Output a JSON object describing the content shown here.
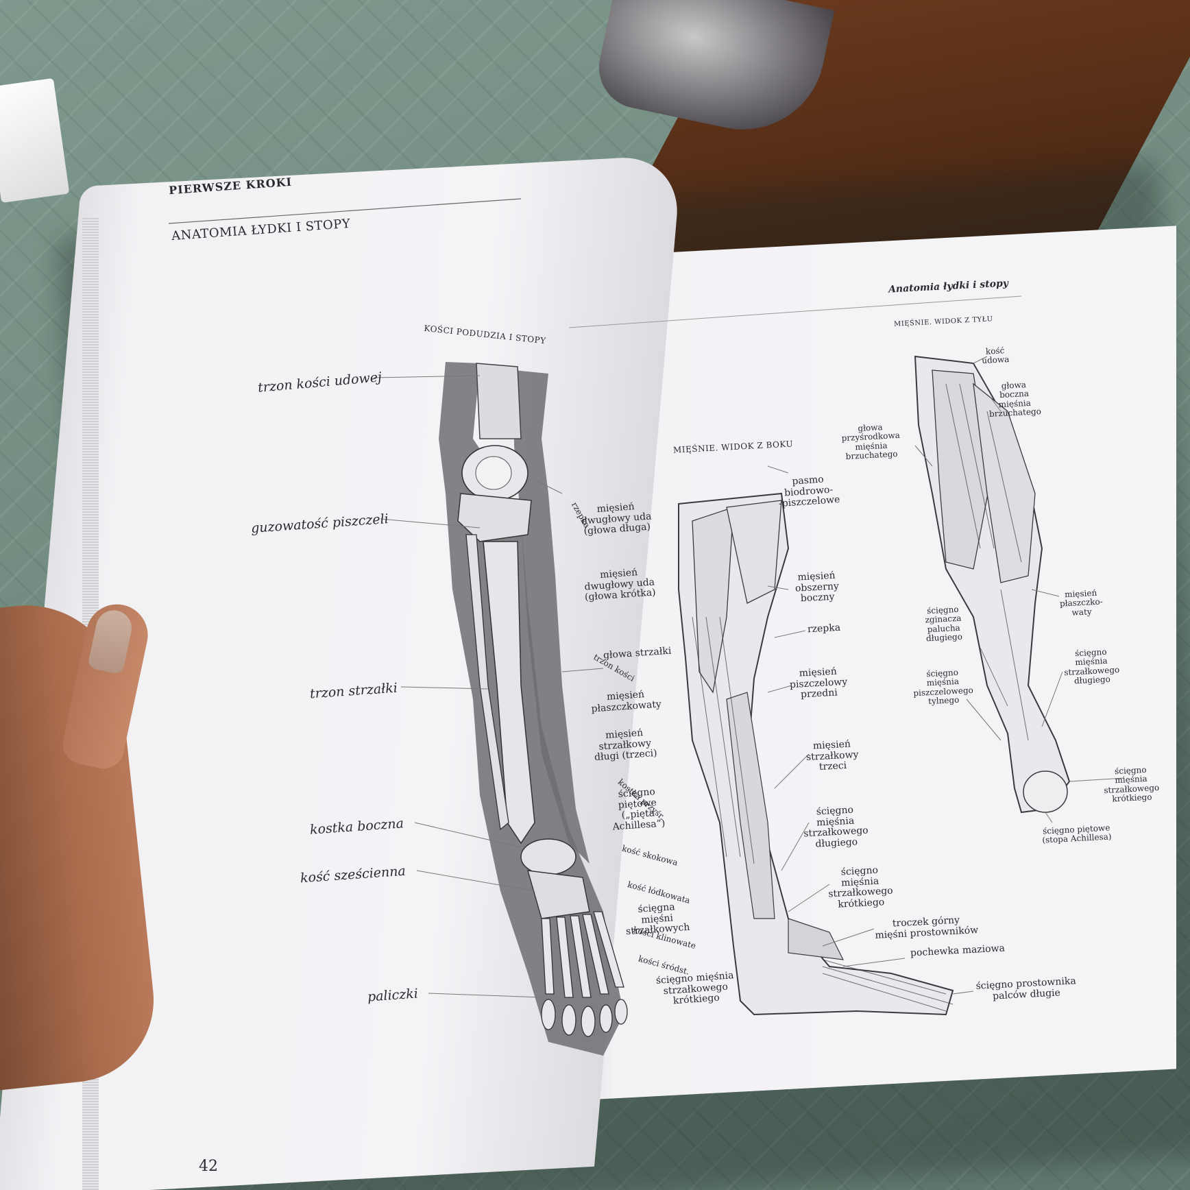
{
  "left_page": {
    "running_header": "PIERWSZE KROKI",
    "section_title": "ANATOMIA ŁYDKI I STOPY",
    "figure_title": "KOŚCI PODUDZIA I STOPY",
    "page_number": "42",
    "labels": {
      "trzon_kosci_udowej": "trzon kości udowej",
      "guzowatosc": "guzowatość piszczeli",
      "trzon_strzalki": "trzon strzałki",
      "kostka_boczna": "kostka boczna",
      "kosc_szescienna": "kość sześcienna",
      "paliczki": "paliczki",
      "rzepka": "rzepka",
      "trzon_kosci": "trzon kości",
      "kostka_przysrodkowa": "kostka przyśr.",
      "kosc_skokowa": "kość skokowa",
      "kosc_lodkowata": "kość łódkowata",
      "kosci_klinowate": "kości klinowate",
      "kosci_srodstopia": "kości śródst."
    }
  },
  "right_page": {
    "running_header": "Anatomia łydki i stopy",
    "figure_side": "MIĘŚNIE. WIDOK Z BOKU",
    "figure_back": "MIĘŚNIE. WIDOK Z TYŁU",
    "labels_side": {
      "pasmo": "pasmo\nbiodrowo-\n-piszczelowe",
      "dwuglowy_dluga": "mięsień\ndwugłowy uda\n(głowa długa)",
      "dwuglowy_krotka": "mięsień\ndwugłowy uda\n(głowa krótka)",
      "obszerny": "mięsień\nobszerny\nboczny",
      "rzepka": "rzepka",
      "glowa_strzalki": "głowa strzałki",
      "piszczelowy": "mięsień\npiszczelowy\nprzedni",
      "plaszczkowaty": "mięsień\npłaszczkowaty",
      "strzalkowy_trzeci_left": "mięsień\nstrzałkowy\ndługi (trzeci)",
      "strzalkowy_trzeci": "mięsień\nstrzałkowy\ntrzeci",
      "scięgno_pietowe": "ścięgno\npiętowe\n(„pięta\nAchillesa”)",
      "sciegno_dlugiego": "ścięgno\nmięśnia\nstrzałkowego\ndługiego",
      "sciegno_krotkiego": "ścięgno\nmięśnia\nstrzałkowego\nkrótkiego",
      "sciegna_miesni": "ścięgna\nmięśni\nstrzałkowych",
      "troczek": "troczek górny\nmięśni prostowników",
      "pochewka": "pochewka maziowa",
      "prostownik": "ścięgno prostownika\npalców długie",
      "sciegno_strzalkowego": "ścięgno mięśnia\nstrzałkowego\nkrótkiego"
    },
    "labels_back": {
      "kosc_udowa": "kość\nudowa",
      "glowa_boczna": "głowa\nboczna\nmięśnia\nbrzuchatego",
      "glowa_przysrodkowa": "głowa\nprzyśrodkowa\nmięśnia\nbrzuchatego",
      "plaszczkowaty": "mięsień\npłaszczko-\nwaty",
      "zginacz": "ścięgno\nzginacza\npalucha\ndługiego",
      "strzalkowego_dlugiego": "ścięgno\nmięśnia\nstrzałkowego\ndługiego",
      "piszczelowego": "ścięgno\nmięśnia\npiszczelowego\ntylnego",
      "strzalkowego_krotkiego": "ścięgno\nmięśnia\nstrzałkowego\nkrótkiego",
      "pietowe": "ścięgno piętowe\n(stopa Achillesa)"
    }
  },
  "colors": {
    "bedspread": "#6f8a7f",
    "paper": "#f3f2f5",
    "ink": "#2a2a2e",
    "bone_shadow": "#5c5b60",
    "floor": "#4e2914",
    "skin": "#a86b4c"
  }
}
